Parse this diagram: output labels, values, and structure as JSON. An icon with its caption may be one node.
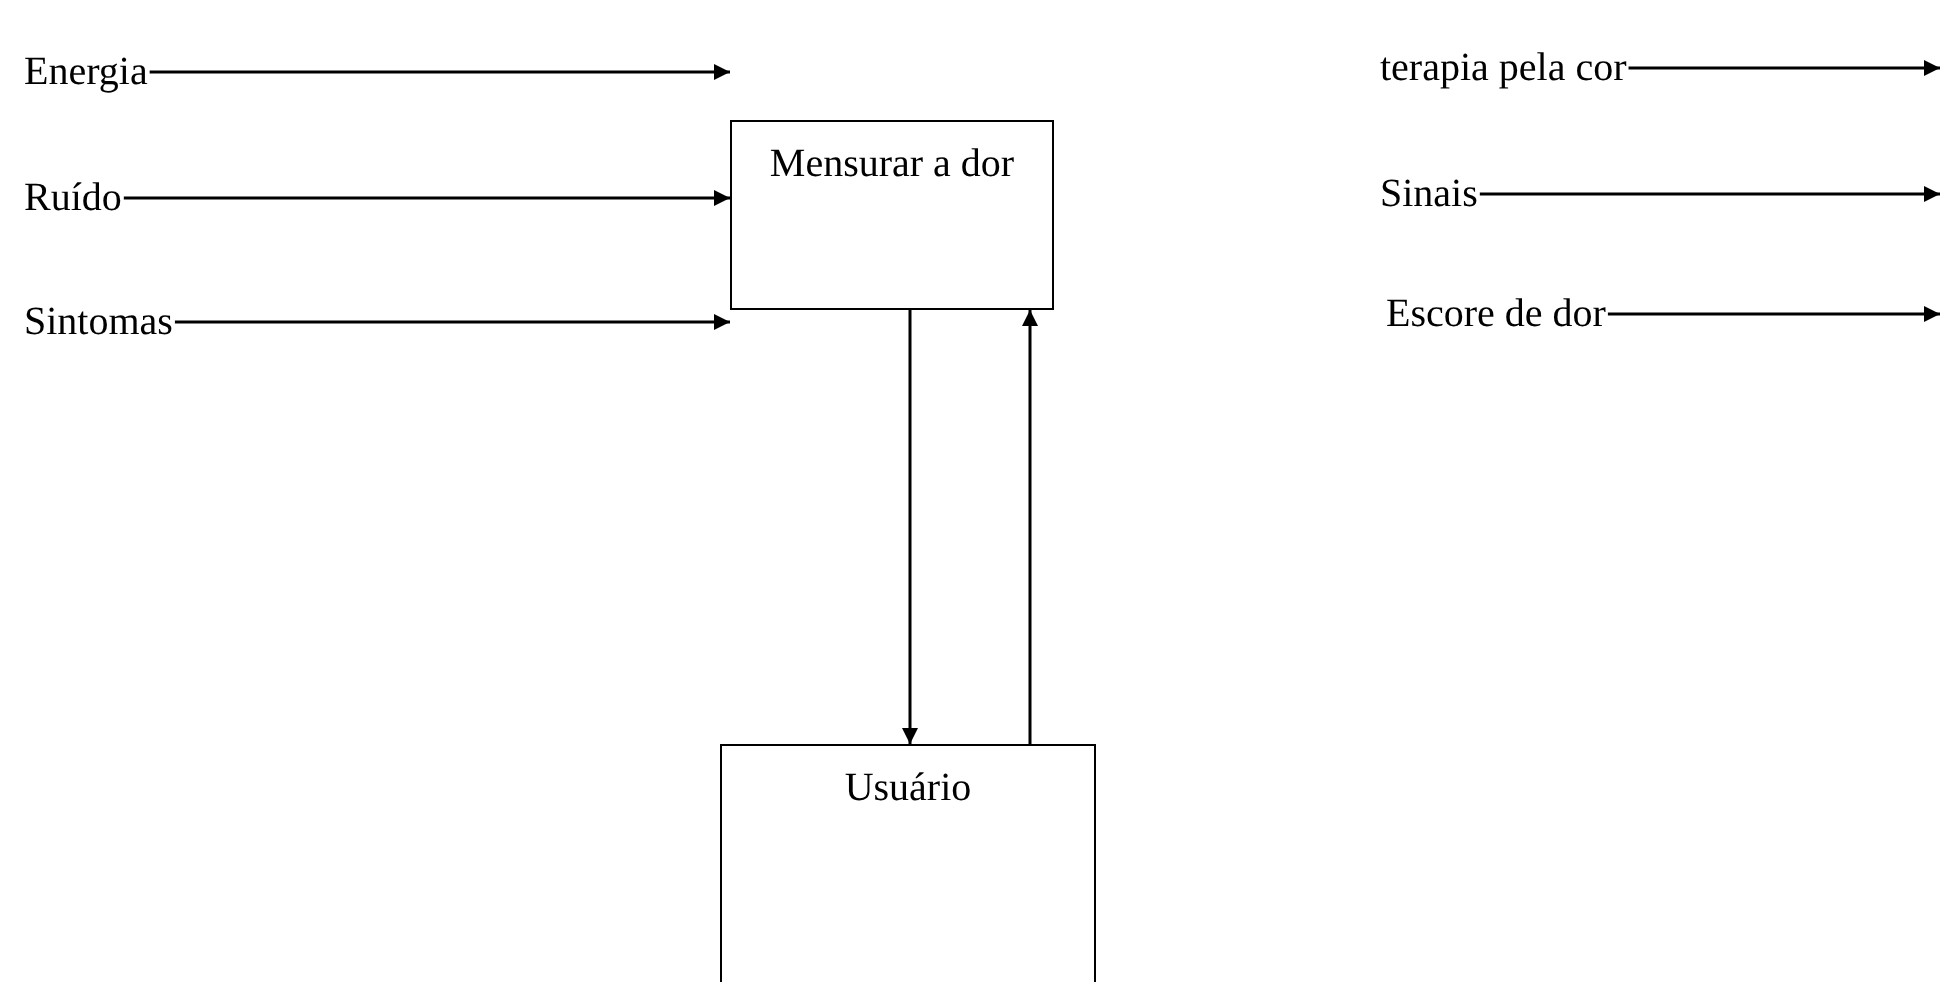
{
  "diagram": {
    "nodes": [
      {
        "text": [
          "Mensurar a dor"
        ]
      },
      {
        "text": [
          "Usuário"
        ]
      },
      {
        "text": [
          "Energia"
        ]
      },
      {
        "text": [
          "Ruído"
        ]
      },
      {
        "text": [
          "Sintomas"
        ]
      },
      {
        "text": [
          "terapia pela cor"
        ]
      },
      {
        "text": [
          "Sinais"
        ]
      },
      {
        "text": [
          "Escore de dor"
        ]
      }
    ],
    "edges": [
      {
        "from": 2,
        "to": 0,
        "arrow": "to"
      },
      {
        "from": 3,
        "to": 0,
        "arrow": "to"
      },
      {
        "from": 4,
        "to": 0,
        "arrow": "to"
      },
      {
        "from": 5,
        "to": null,
        "arrow": "to"
      },
      {
        "from": 6,
        "to": null,
        "arrow": "to"
      },
      {
        "from": 7,
        "to": null,
        "arrow": "to"
      },
      {
        "from": 0,
        "to": 1,
        "arrow": "to"
      },
      {
        "from": 1,
        "to": 0,
        "arrow": "to"
      }
    ]
  }
}
